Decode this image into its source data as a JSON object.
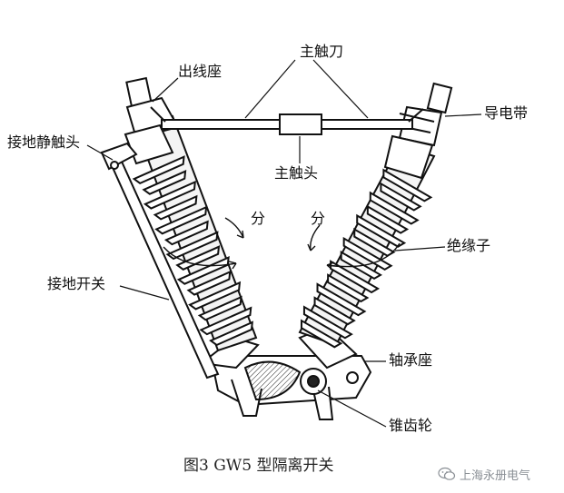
{
  "labels": {
    "main_blade": "主触刀",
    "outlet_seat": "出线座",
    "conductive_strip": "导电带",
    "ground_static_contact": "接地静触头",
    "main_contact": "主触头",
    "separate_left": "分",
    "separate_right": "分",
    "insulator": "绝缘子",
    "ground_switch": "接地开关",
    "bearing_seat": "轴承座",
    "bevel_gear": "锥齿轮"
  },
  "caption": "图3   GW5 型隔离开关",
  "watermark": {
    "text": "上海永册电气",
    "icon": "wechat-icon",
    "color": "#8a8f95"
  }
}
